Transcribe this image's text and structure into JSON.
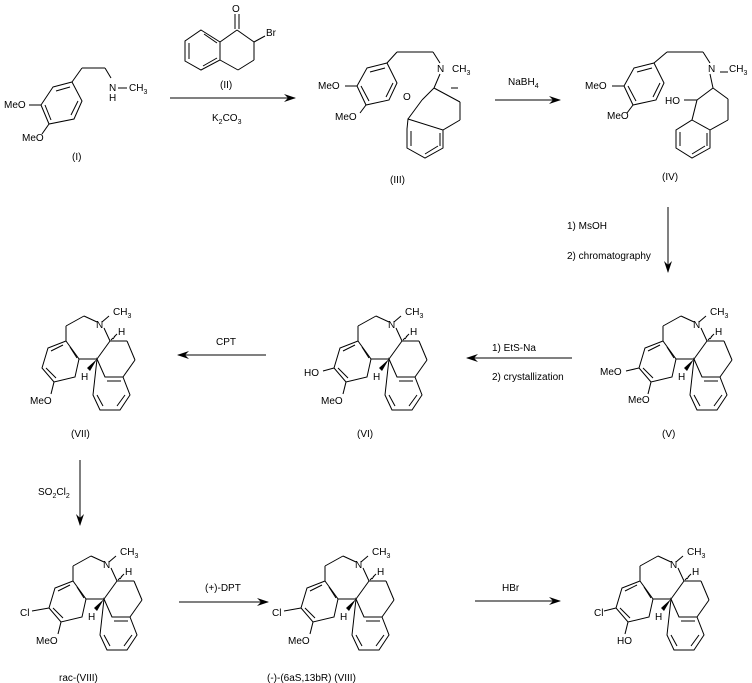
{
  "title": "Synthesis scheme of chloro-hexahydro-benzo[d]naphth[2,1-b]azepine",
  "compounds": {
    "I": {
      "label": "(I)",
      "groups": [
        "MeO",
        "MeO",
        "N",
        "H",
        "CH3"
      ]
    },
    "II": {
      "label": "(II)",
      "groups": [
        "O",
        "Br"
      ]
    },
    "III": {
      "label": "(III)",
      "groups": [
        "MeO",
        "MeO",
        "O",
        "N",
        "CH3"
      ]
    },
    "IV": {
      "label": "(IV)",
      "groups": [
        "MeO",
        "MeO",
        "HO",
        "N",
        "CH3"
      ]
    },
    "V": {
      "label": "(V)",
      "groups": [
        "MeO",
        "MeO",
        "N",
        "CH3",
        "H",
        "H"
      ]
    },
    "VI": {
      "label": "(VI)",
      "groups": [
        "HO",
        "MeO",
        "N",
        "CH3",
        "H",
        "H"
      ]
    },
    "VII": {
      "label": "(VII)",
      "groups": [
        "MeO",
        "N",
        "CH3",
        "H",
        "H"
      ]
    },
    "racVIII": {
      "label": "rac-(VIII)",
      "groups": [
        "Cl",
        "MeO",
        "N",
        "CH3",
        "H",
        "H"
      ]
    },
    "VIII": {
      "label": "(-)-(6aS,13bR) (VIII)",
      "groups": [
        "Cl",
        "MeO",
        "N",
        "CH3",
        "H",
        "H"
      ]
    },
    "final": {
      "label": "",
      "groups": [
        "Cl",
        "HO",
        "N",
        "CH3",
        "H",
        "H"
      ]
    }
  },
  "reactions": [
    {
      "id": "step1",
      "from": "I",
      "to": "III",
      "above": "(II)",
      "below": "K2CO3"
    },
    {
      "id": "step2",
      "from": "III",
      "to": "IV",
      "above": "NaBH4",
      "below": ""
    },
    {
      "id": "step3",
      "from": "IV",
      "to": "V",
      "lines": [
        "1) MsOH",
        "2) chromatography"
      ]
    },
    {
      "id": "step4",
      "from": "V",
      "to": "VI",
      "above": "1) EtS-Na",
      "below": "2) crystallization"
    },
    {
      "id": "step5",
      "from": "VI",
      "to": "VII",
      "above": "CPT",
      "below": ""
    },
    {
      "id": "step6",
      "from": "VII",
      "to": "racVIII",
      "side": "SO2Cl2"
    },
    {
      "id": "step7",
      "from": "racVIII",
      "to": "VIII",
      "above": "(+)-DPT",
      "below": ""
    },
    {
      "id": "step8",
      "from": "VIII",
      "to": "final",
      "above": "HBr",
      "below": ""
    }
  ]
}
